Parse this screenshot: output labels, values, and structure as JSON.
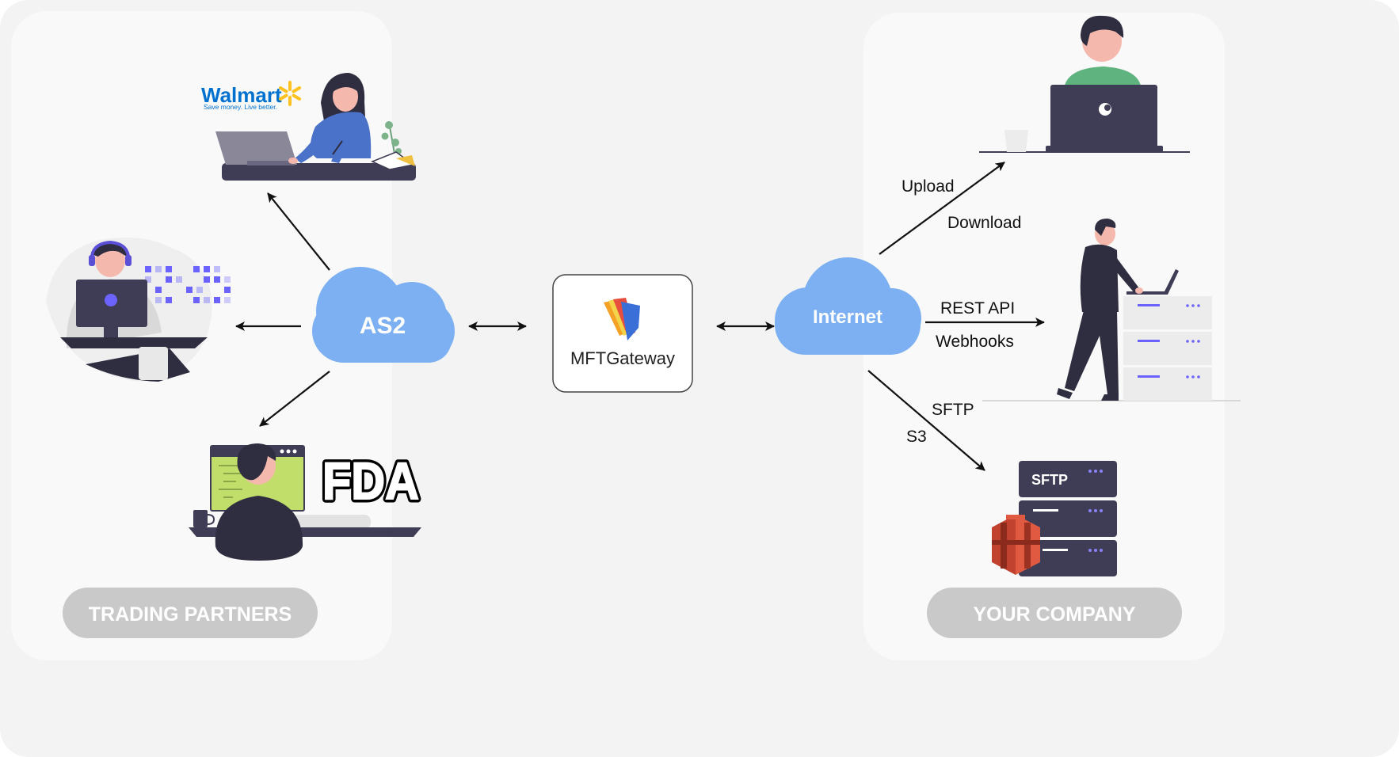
{
  "left_panel": {
    "label": "TRADING PARTNERS",
    "partners": [
      {
        "name": "walmart",
        "logo_text": "Walmart",
        "tagline": "Save money. Live better."
      },
      {
        "name": "developer",
        "logo_text": ""
      },
      {
        "name": "fda",
        "logo_text": "FDA"
      }
    ]
  },
  "right_panel": {
    "label": "YOUR COMPANY"
  },
  "nodes": {
    "as2": "AS2",
    "gateway": "MFTGateway",
    "internet": "Internet"
  },
  "edge_labels": {
    "upload": "Upload",
    "download": "Download",
    "rest_api": "REST API",
    "webhooks": "Webhooks",
    "sftp": "SFTP",
    "s3": "S3"
  },
  "server_label": "SFTP",
  "colors": {
    "background": "#f3f3f3",
    "panel": "#f9f9f9",
    "cloud": "#7cb0f2",
    "pill": "#c9c9c9",
    "dark": "#3f3d56",
    "walmart_blue": "#0071ce",
    "walmart_yellow": "#ffc220",
    "aws_red": "#c1432f",
    "accent_purple": "#6c63ff"
  }
}
